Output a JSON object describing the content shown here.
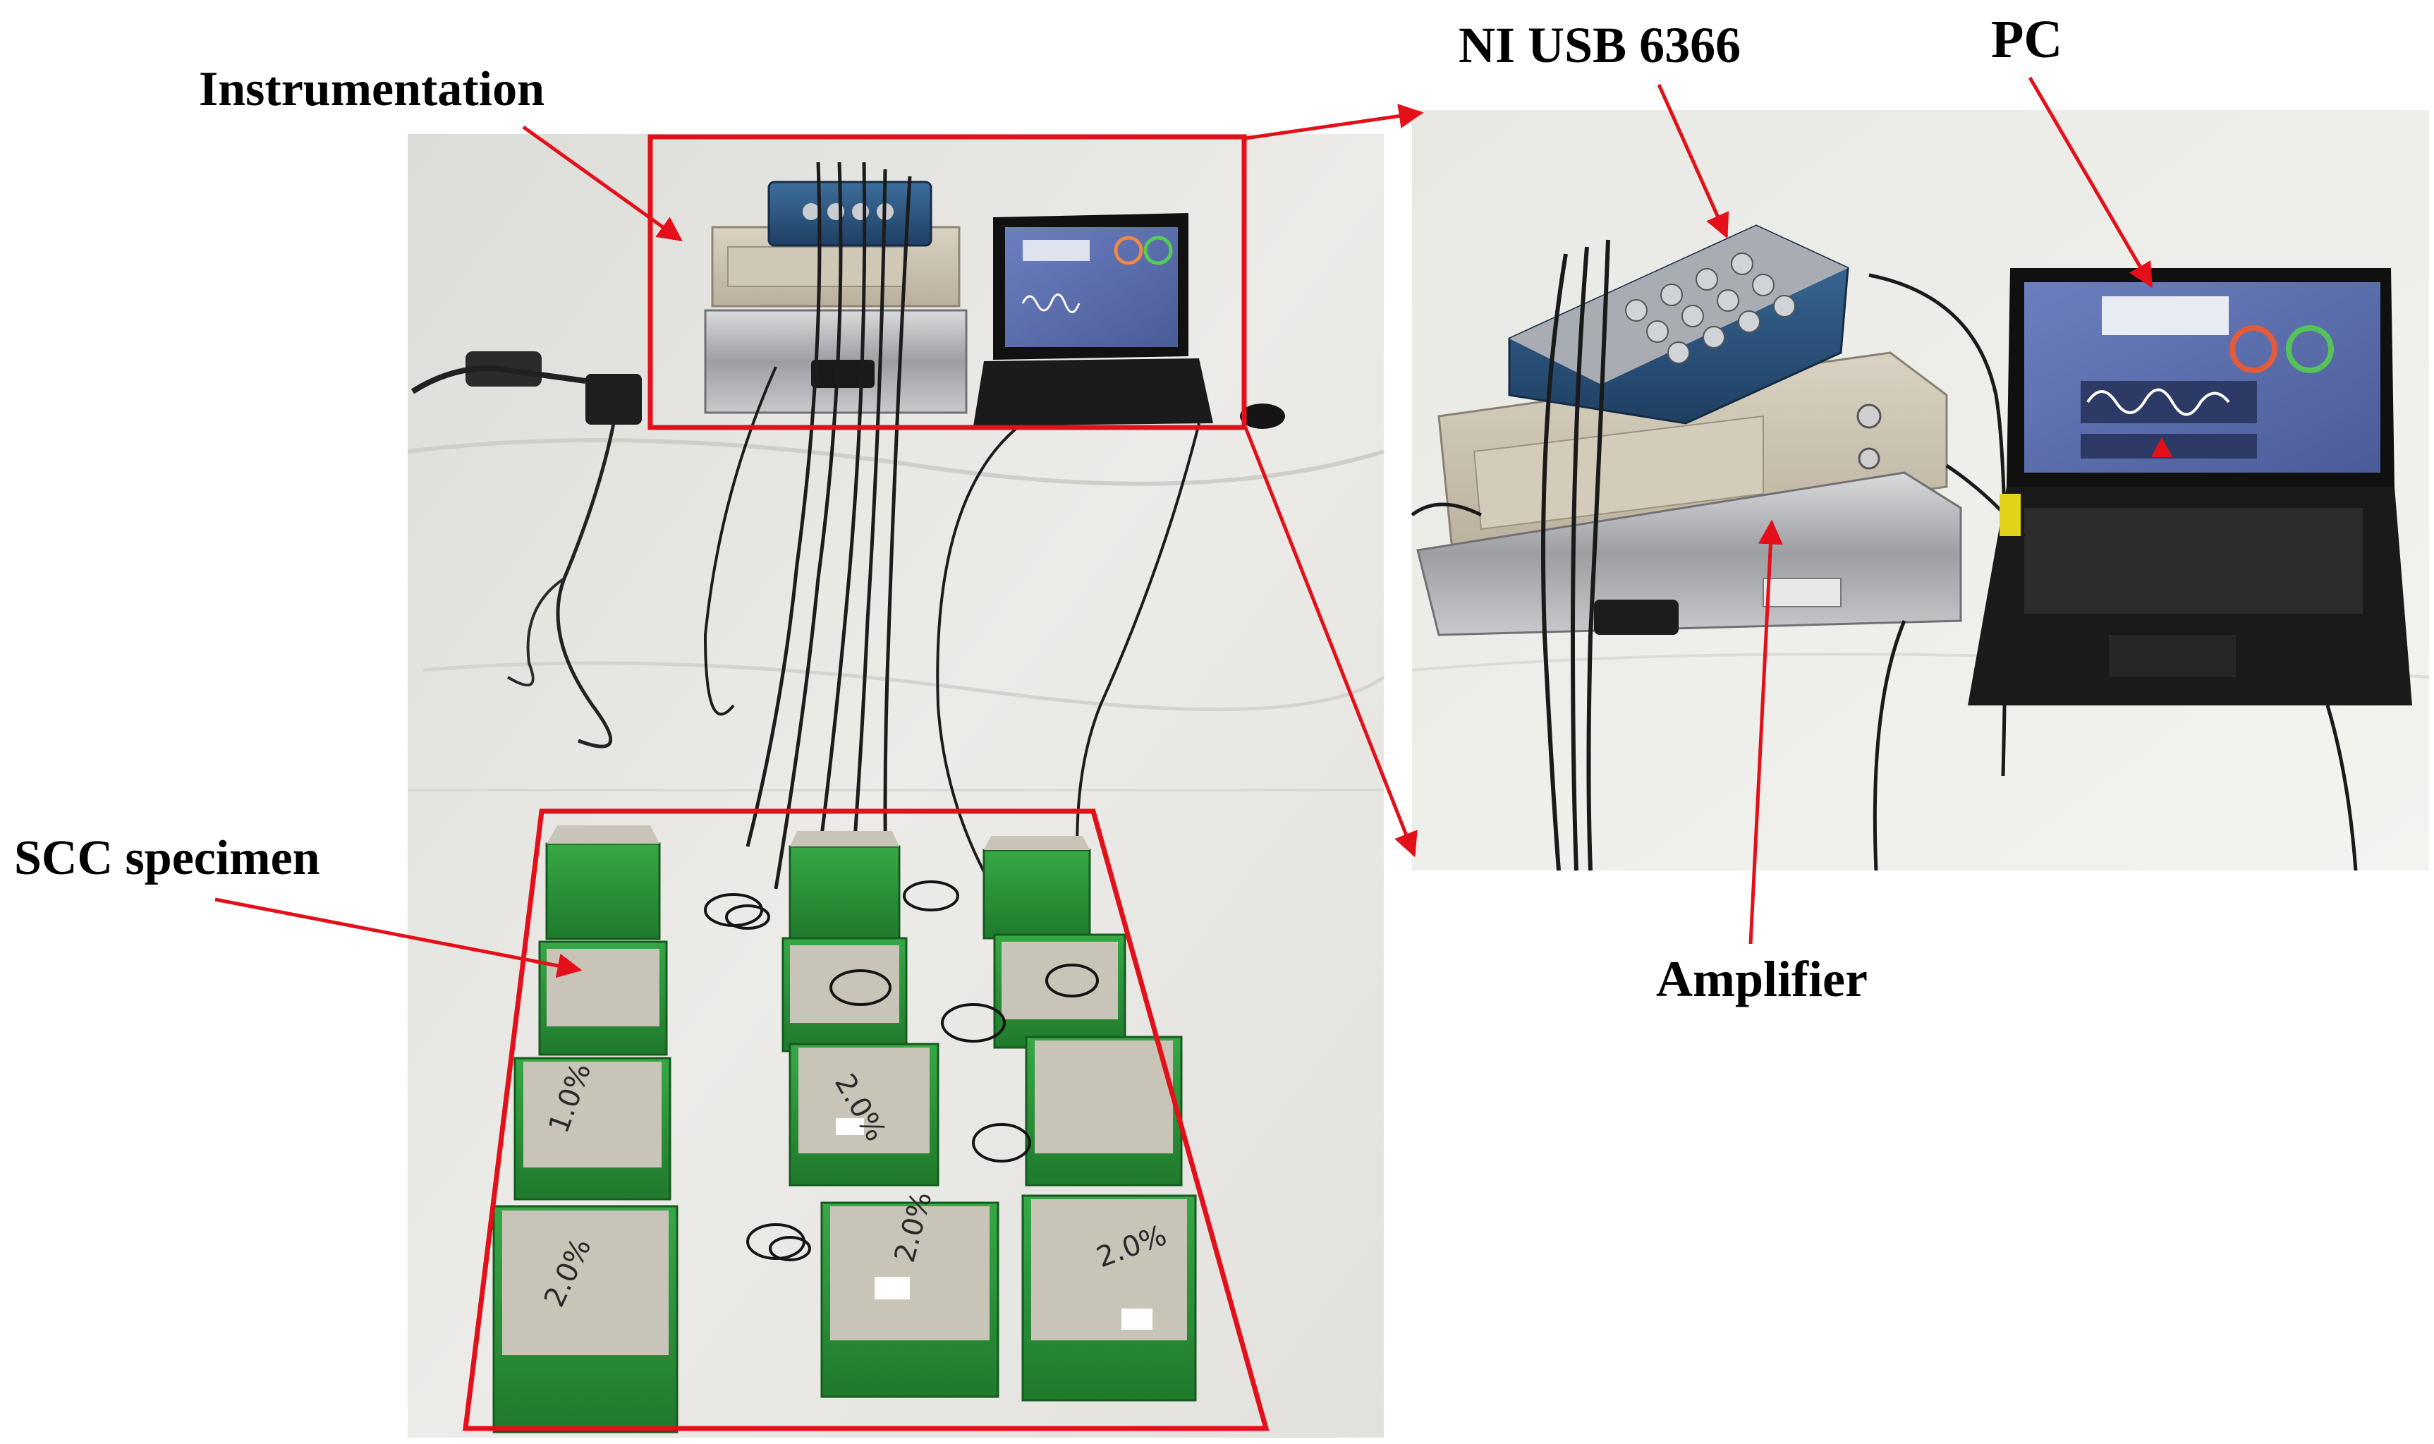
{
  "labels": {
    "instrumentation": "Instrumentation",
    "ni_usb": "NI USB 6366",
    "pc": "PC",
    "scc_specimen": "SCC specimen",
    "amplifier": "Amplifier"
  },
  "specimen_markings": {
    "row3_left": "1.0%",
    "row3_middle": "2.0%",
    "row4_left": "2.0%",
    "row4_middle": "2.0%",
    "row4_right": "2.0%"
  },
  "colors": {
    "annotation_red": "#e3101a",
    "label_text": "#000000",
    "mold_green": "#2e9a3c",
    "concrete": "#c9c4b8",
    "backdrop": "#ecebe8",
    "laptop_screen": "#5b6fb0"
  }
}
